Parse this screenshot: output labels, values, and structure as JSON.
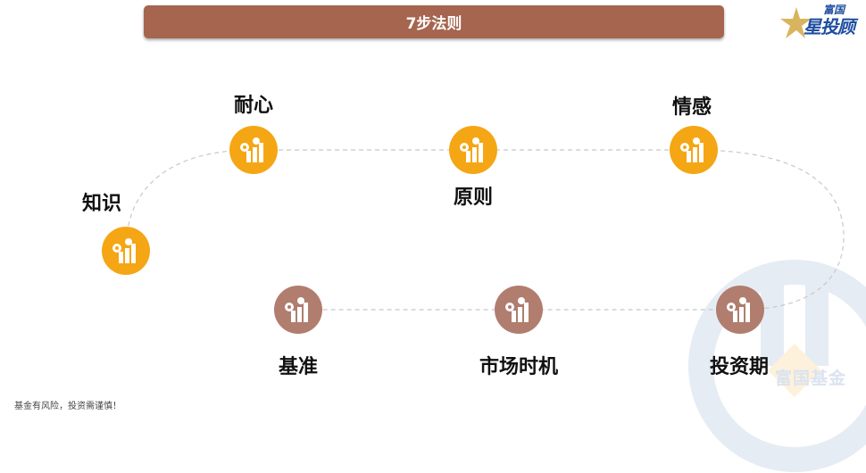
{
  "header": {
    "title": "7步法则",
    "logo": {
      "top_text": "富国",
      "main_text": "星投顾"
    }
  },
  "steps": [
    {
      "label": "知识",
      "color": "#f5a614",
      "icon": "gear-bar-chart-icon"
    },
    {
      "label": "耐心",
      "color": "#f5a614",
      "icon": "gear-bar-chart-icon"
    },
    {
      "label": "原则",
      "color": "#f5a614",
      "icon": "gear-bar-chart-icon"
    },
    {
      "label": "情感",
      "color": "#f5a614",
      "icon": "gear-bar-chart-icon"
    },
    {
      "label": "投资期",
      "color": "#b07d6e",
      "icon": "gear-bar-chart-icon"
    },
    {
      "label": "市场时机",
      "color": "#b07d6e",
      "icon": "gear-bar-chart-icon"
    },
    {
      "label": "基准",
      "color": "#b07d6e",
      "icon": "gear-bar-chart-icon"
    }
  ],
  "watermark": {
    "text": "富国基金"
  },
  "footer": {
    "disclaimer": "基金有风险，投资需谨慎！"
  },
  "colors": {
    "title_bar": "#a5654e",
    "orange": "#f5a614",
    "brown": "#b07d6e",
    "path": "#c8c8c8"
  }
}
